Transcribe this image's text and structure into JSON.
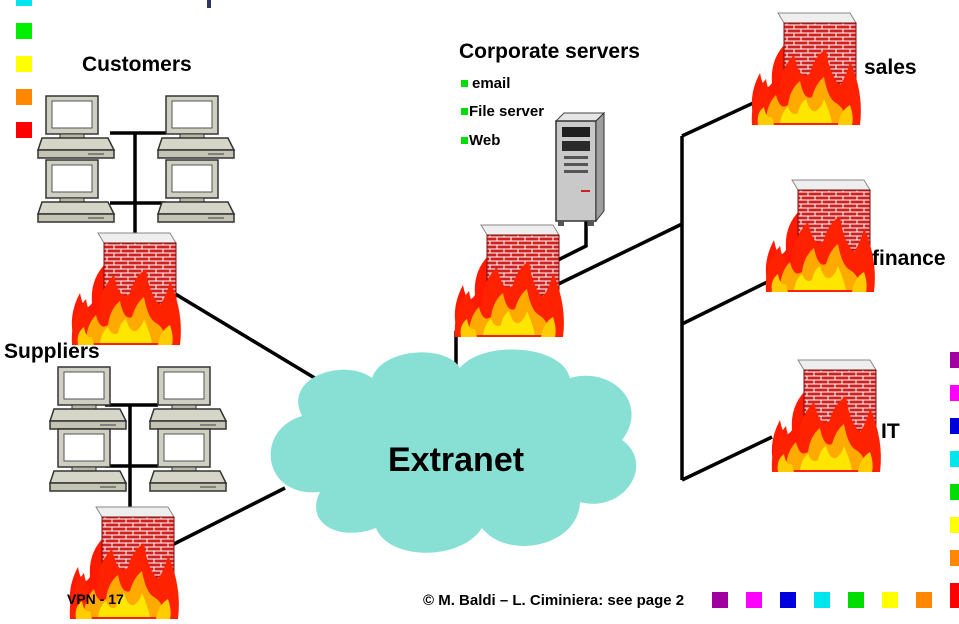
{
  "labels": {
    "customers": "Customers",
    "suppliers": "Suppliers",
    "corporate_servers": "Corporate servers",
    "sales": "sales",
    "finance": "finance",
    "it": "IT",
    "extranet": "Extranet",
    "slide_id": "VPN - 17",
    "copyright": "© M. Baldi – L. Ciminiera: see page 2"
  },
  "server_services": [
    "email",
    "File server",
    "Web"
  ],
  "colors": {
    "cloud": "#88e0d4",
    "brick": "#cc2222",
    "flame_outer": "#ff1a00",
    "flame_inner": "#ffcc00",
    "line": "#000000",
    "bullet": "#00dd00"
  },
  "left_legend_colors": [
    "#00e5ee",
    "#00ee00",
    "#ffff00",
    "#ff8800",
    "#ff0000"
  ],
  "right_legend_colors": [
    "#a000a0",
    "#ff00ff",
    "#0000dd",
    "#00e5ee",
    "#00dd00",
    "#ffff00",
    "#ff8800",
    "#ff0000"
  ],
  "footer_legend_colors": [
    "#a000a0",
    "#ff00ff",
    "#0000dd",
    "#00e5ee",
    "#00dd00",
    "#ffff00",
    "#ff8800",
    "#ff0000"
  ]
}
